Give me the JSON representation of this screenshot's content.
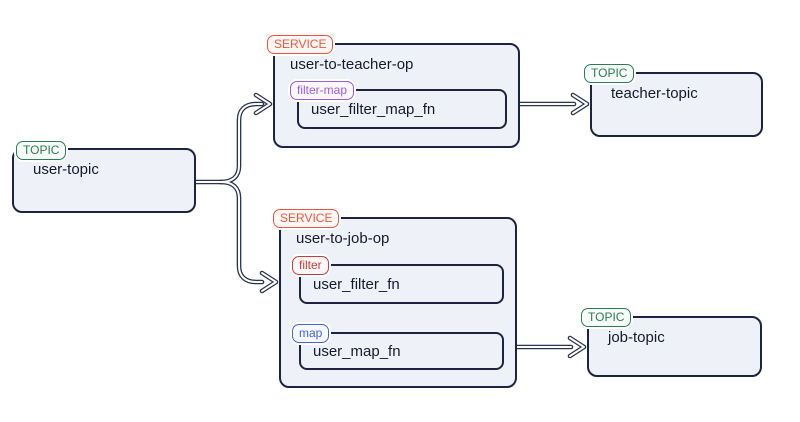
{
  "diagram": {
    "background": "#ffffff",
    "colors": {
      "box_fill": "#eef1f8",
      "box_border": "#1c2442",
      "text": "#151b2e",
      "edge": "#2a3352",
      "topic_badge": "#2b7d52",
      "service_badge": "#e8573d",
      "filter_map_badge": "#9c5be2",
      "filter_badge": "#c43f3f",
      "map_badge": "#4166e0"
    },
    "nodes": {
      "user_topic": {
        "badge": "TOPIC",
        "label": "user-topic"
      },
      "service_teacher": {
        "badge": "SERVICE",
        "label": "user-to-teacher-op",
        "operator": {
          "badge": "filter-map",
          "label": "user_filter_map_fn"
        }
      },
      "teacher_topic": {
        "badge": "TOPIC",
        "label": "teacher-topic"
      },
      "service_job": {
        "badge": "SERVICE",
        "label": "user-to-job-op",
        "operators": [
          {
            "badge": "filter",
            "label": "user_filter_fn"
          },
          {
            "badge": "map",
            "label": "user_map_fn"
          }
        ]
      },
      "job_topic": {
        "badge": "TOPIC",
        "label": "job-topic"
      }
    },
    "edges": [
      {
        "from": "user-topic",
        "to": "user-to-teacher-op"
      },
      {
        "from": "user-topic",
        "to": "user-to-job-op"
      },
      {
        "from": "user-to-teacher-op",
        "to": "teacher-topic"
      },
      {
        "from": "user-to-job-op",
        "to": "job-topic"
      },
      {
        "from": "user_filter_fn",
        "to": "user_map_fn"
      }
    ]
  }
}
